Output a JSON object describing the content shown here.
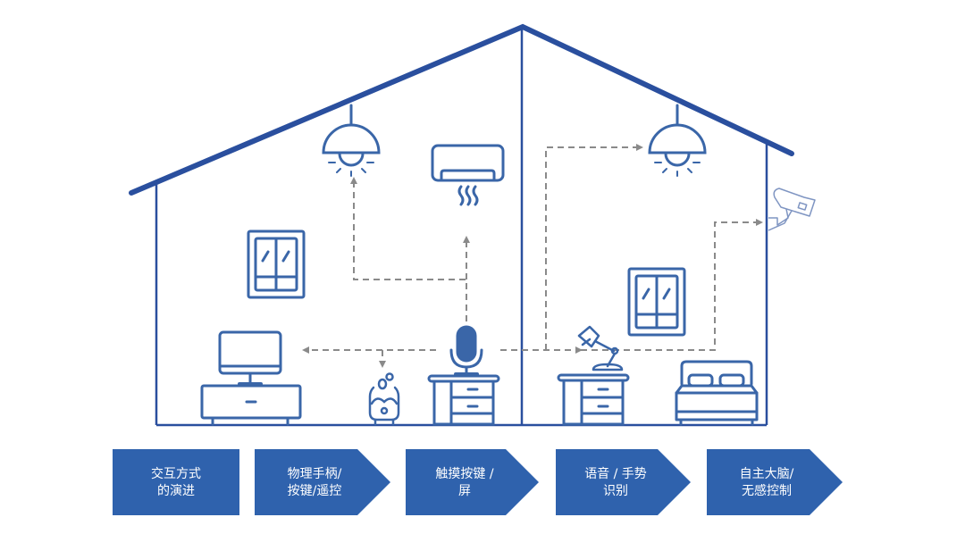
{
  "diagram": {
    "title": "",
    "colors": {
      "house_line": "#2a4f9e",
      "icon_stroke": "#3a66a8",
      "arrow": "#8a8a8a",
      "step_fill": "#2f62ad",
      "step_text": "#ffffff"
    },
    "devices": [
      {
        "name": "ceiling-lamp-left",
        "icon": "pendant-lamp-icon"
      },
      {
        "name": "air-conditioner",
        "icon": "air-conditioner-icon"
      },
      {
        "name": "window-left",
        "icon": "window-icon"
      },
      {
        "name": "tv",
        "icon": "tv-icon"
      },
      {
        "name": "humidifier",
        "icon": "humidifier-icon"
      },
      {
        "name": "nightstand-with-mic",
        "icon": "microphone-icon"
      },
      {
        "name": "ceiling-lamp-right",
        "icon": "pendant-lamp-icon"
      },
      {
        "name": "security-camera",
        "icon": "camera-icon"
      },
      {
        "name": "window-right",
        "icon": "window-icon"
      },
      {
        "name": "desk-lamp",
        "icon": "desk-lamp-icon"
      },
      {
        "name": "bed",
        "icon": "bed-icon"
      }
    ],
    "steps": [
      {
        "line1": "交互方式",
        "line2": "的演进"
      },
      {
        "line1": "物理手柄/",
        "line2": "按键/遥控"
      },
      {
        "line1": "触摸按键 /",
        "line2": "屏"
      },
      {
        "line1": "语音 / 手势",
        "line2": "识别"
      },
      {
        "line1": "自主大脑/",
        "line2": "无感控制"
      }
    ]
  }
}
